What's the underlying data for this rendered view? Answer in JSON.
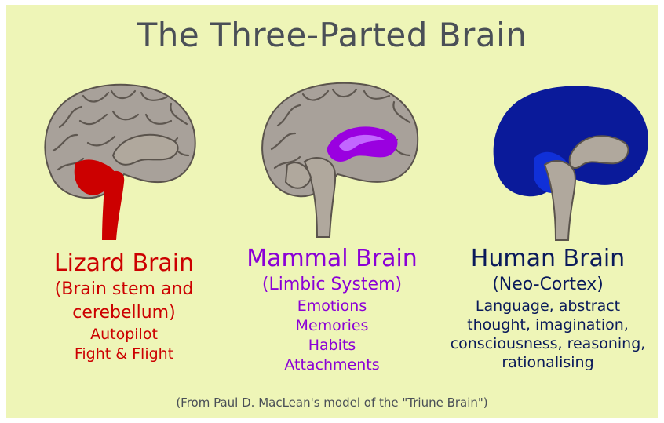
{
  "title": "The Three-Parted Brain",
  "colors": {
    "background": "#eef5b7",
    "title": "#4a4f57",
    "lizard": "#cc0000",
    "mammal": "#8b00d6",
    "human": "#0a1a5a",
    "human_fill": "#0a1a9a",
    "cortex_gray": "#a8a19a",
    "brainstem_gray": "#b0a89d"
  },
  "brains": [
    {
      "id": "lizard",
      "icon": "brain-brainstem-highlight-icon",
      "name": "Lizard Brain",
      "subtitle_lines": [
        "(Brain stem and",
        "cerebellum)"
      ],
      "description_lines": [
        "Autopilot",
        "Fight & Flight"
      ]
    },
    {
      "id": "mammal",
      "icon": "brain-limbic-highlight-icon",
      "name": "Mammal Brain",
      "subtitle_lines": [
        "(Limbic System)"
      ],
      "description_lines": [
        "Emotions",
        "Memories",
        "Habits",
        "Attachments"
      ]
    },
    {
      "id": "human",
      "icon": "brain-neocortex-highlight-icon",
      "name": "Human Brain",
      "subtitle_lines": [
        "(Neo-Cortex)"
      ],
      "description_lines": [
        "Language, abstract",
        "thought, imagination,",
        "consciousness, reasoning,",
        "rationalising"
      ]
    }
  ],
  "credit": "(From Paul D. MacLean's model of the \"Triune Brain\")"
}
